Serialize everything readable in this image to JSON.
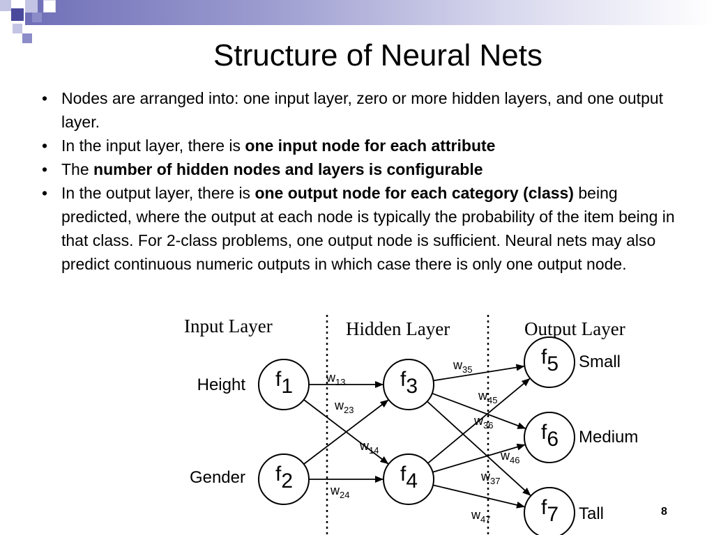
{
  "slide": {
    "title": "Structure of Neural Nets",
    "page_number": "8",
    "bullets": [
      {
        "segments": [
          {
            "text": "Nodes are arranged into: one input layer, zero or more hidden layers, and one output layer.",
            "bold": false
          }
        ]
      },
      {
        "segments": [
          {
            "text": "In the input layer, there is ",
            "bold": false
          },
          {
            "text": "one input node for each attribute",
            "bold": true
          }
        ]
      },
      {
        "segments": [
          {
            "text": "The ",
            "bold": false
          },
          {
            "text": "number of hidden nodes and layers is configurable",
            "bold": true
          }
        ]
      },
      {
        "segments": [
          {
            "text": "In the output layer, there is ",
            "bold": false
          },
          {
            "text": "one output node for each category (class)",
            "bold": true
          },
          {
            "text": " being predicted, where the output at each node is typically the probability of the item being in that class.  For 2-class problems, one output node is sufficient.  Neural nets may also predict continuous numeric outputs in which case there is only one output node.",
            "bold": false
          }
        ]
      }
    ]
  },
  "diagram": {
    "layer_labels": {
      "input": "Input Layer",
      "hidden": "Hidden Layer",
      "output": "Output Layer"
    },
    "nodes": {
      "f1": {
        "letter": "f",
        "index": "1",
        "label": "Height"
      },
      "f2": {
        "letter": "f",
        "index": "2",
        "label": "Gender"
      },
      "f3": {
        "letter": "f",
        "index": "3",
        "label": ""
      },
      "f4": {
        "letter": "f",
        "index": "4",
        "label": ""
      },
      "f5": {
        "letter": "f",
        "index": "5",
        "label": "Small"
      },
      "f6": {
        "letter": "f",
        "index": "6",
        "label": "Medium"
      },
      "f7": {
        "letter": "f",
        "index": "7",
        "label": "Tall"
      }
    },
    "edges": [
      {
        "from": "f1",
        "to": "f3",
        "w": "w",
        "sub": "13"
      },
      {
        "from": "f2",
        "to": "f3",
        "w": "w",
        "sub": "23"
      },
      {
        "from": "f1",
        "to": "f4",
        "w": "w",
        "sub": "14"
      },
      {
        "from": "f2",
        "to": "f4",
        "w": "w",
        "sub": "24"
      },
      {
        "from": "f3",
        "to": "f5",
        "w": "w",
        "sub": "35"
      },
      {
        "from": "f4",
        "to": "f5",
        "w": "w",
        "sub": "45"
      },
      {
        "from": "f3",
        "to": "f6",
        "w": "w",
        "sub": "36"
      },
      {
        "from": "f4",
        "to": "f6",
        "w": "w",
        "sub": "46"
      },
      {
        "from": "f3",
        "to": "f7",
        "w": "w",
        "sub": "37"
      },
      {
        "from": "f4",
        "to": "f7",
        "w": "w",
        "sub": "47"
      }
    ]
  },
  "colors": {
    "accent_dark": "#4a4a9c",
    "accent_mid": "#8c8cc8",
    "accent_light": "#c4c4e4"
  }
}
